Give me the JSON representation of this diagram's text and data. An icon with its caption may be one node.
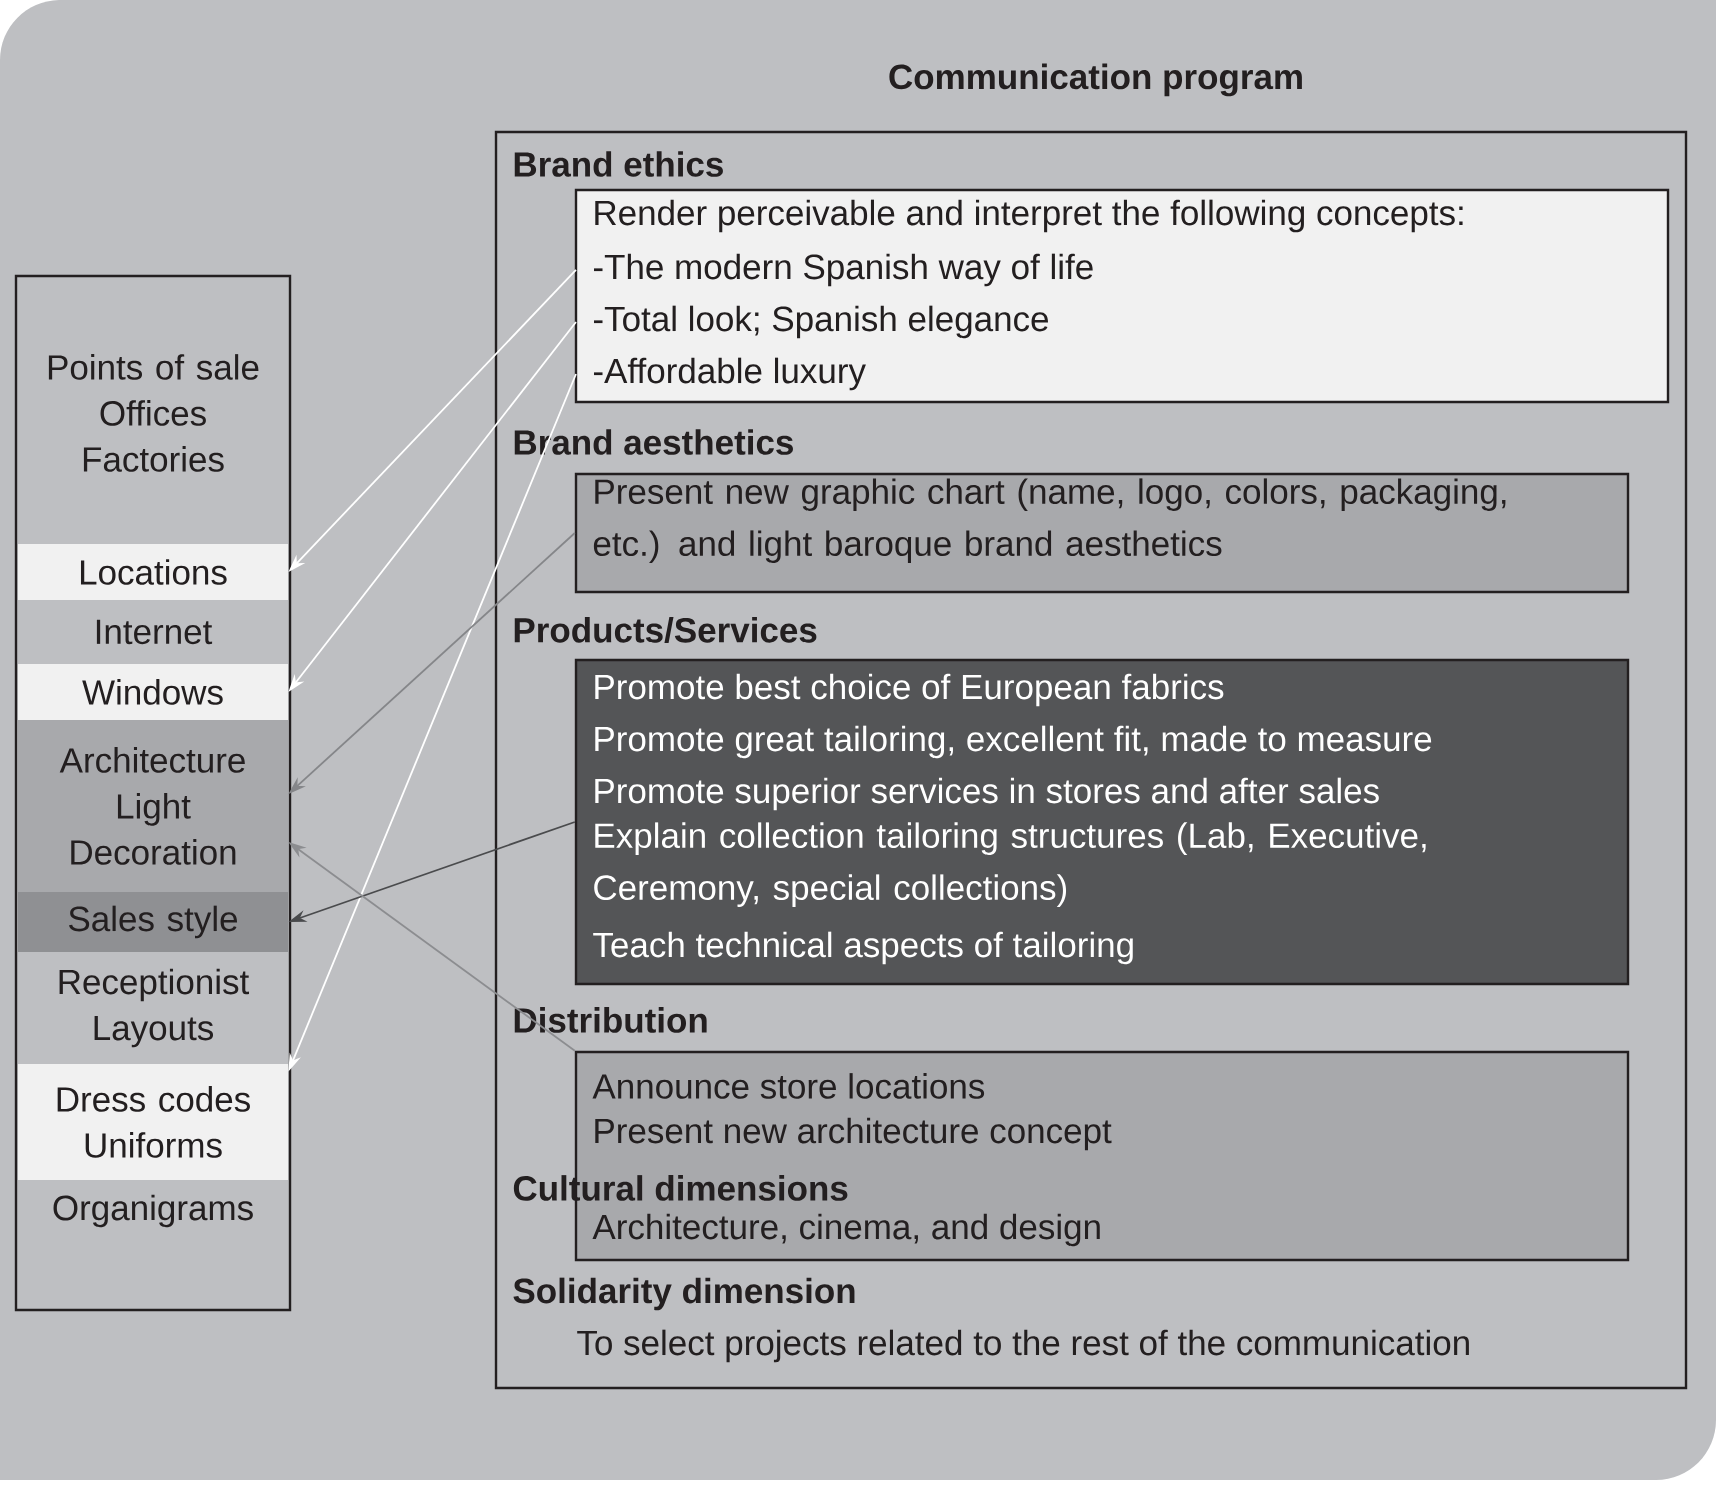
{
  "diagram": {
    "nodes": [
      {
        "text": [
          "Communication program"
        ]
      },
      {
        "text": [
          "Solidarity dimension",
          "To select projects related to the rest of the communication"
        ],
        "in": 0
      },
      {
        "text": [
          "Brand ethics",
          "Render perceivable and interpret the following concepts:"
        ],
        "in": 1
      },
      {
        "text": [
          "-The modern Spanish way of life"
        ],
        "in": 2
      },
      {
        "text": [
          "-Total look; Spanish elegance"
        ],
        "in": 2
      },
      {
        "text": [
          "-Affordable luxury"
        ],
        "in": 2
      },
      {
        "text": [
          "Brand aesthetics",
          "Present new graphic chart (name, logo, colors, packaging, etc.) and light baroque brand aesthetics"
        ],
        "in": 1
      },
      {
        "text": [
          "Products/Services",
          "Promote best choice of European fabrics",
          "Promote great tailoring, excellent fit, made to measure",
          "Promote superior services in stores and after sales",
          "Explain collection tailoring structures (Lab, Executive, Ceremony, special collections)",
          "Teach technical aspects of tailoring"
        ],
        "in": 1
      },
      {
        "text": [
          "Distribution",
          "Announce store locations",
          "Present new architecture concept",
          "Cultural dimensions",
          "Architecture, cinema, and design"
        ],
        "in": 1
      },
      {
        "text": [],
        "shape": "box",
        "in": 0
      },
      {
        "text": [
          "Points of sale",
          "Offices",
          "Factories"
        ],
        "in": 9
      },
      {
        "text": [
          "Locations"
        ],
        "in": 9
      },
      {
        "text": [
          "Internet"
        ],
        "in": 9
      },
      {
        "text": [
          "Windows"
        ],
        "in": 9
      },
      {
        "text": [
          "Architecture",
          "Light",
          "Decoration"
        ],
        "in": 9
      },
      {
        "text": [
          "Sales style"
        ],
        "in": 9
      },
      {
        "text": [
          "Receptionist",
          "Layouts"
        ],
        "in": 9
      },
      {
        "text": [
          "Dress codes",
          "Uniforms"
        ],
        "in": 9
      },
      {
        "text": [
          "Organigrams"
        ],
        "in": 9
      }
    ],
    "edges": [
      {
        "from": 3,
        "to": 11,
        "arrow": "to"
      },
      {
        "from": 4,
        "to": 13,
        "arrow": "to"
      },
      {
        "from": 5,
        "to": 17,
        "arrow": "to"
      },
      {
        "from": 6,
        "to": 14,
        "arrow": "to",
        "color": "#858689"
      },
      {
        "from": 7,
        "to": 15,
        "arrow": "to",
        "color": "#4a4b4d"
      },
      {
        "from": 8,
        "to": 14,
        "arrow": "to",
        "color": "#8c8d90"
      }
    ]
  }
}
